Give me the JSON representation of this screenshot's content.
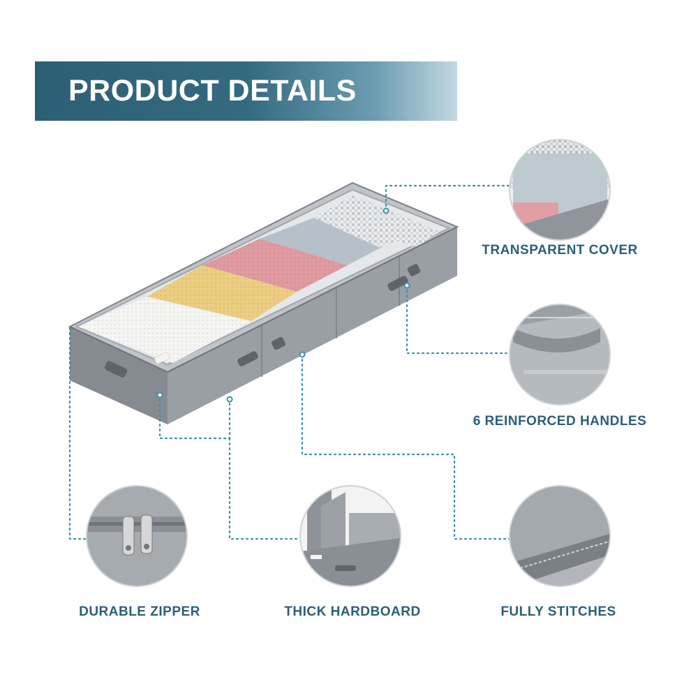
{
  "banner": {
    "title": "PRODUCT DETAILS"
  },
  "features": {
    "transparent_cover": "TRANSPARENT COVER",
    "reinforced_handles": "6 REINFORCED HANDLES",
    "durable_zipper": "DURABLE ZIPPER",
    "thick_hardboard": "THICK HARDBOARD",
    "fully_stitches": "FULLY STITCHES"
  },
  "colors": {
    "accent_dark": "#2d5f74",
    "label_text": "#2c5f78",
    "dotted_line": "#3f8faa",
    "bag_gray": "#8b9096"
  }
}
